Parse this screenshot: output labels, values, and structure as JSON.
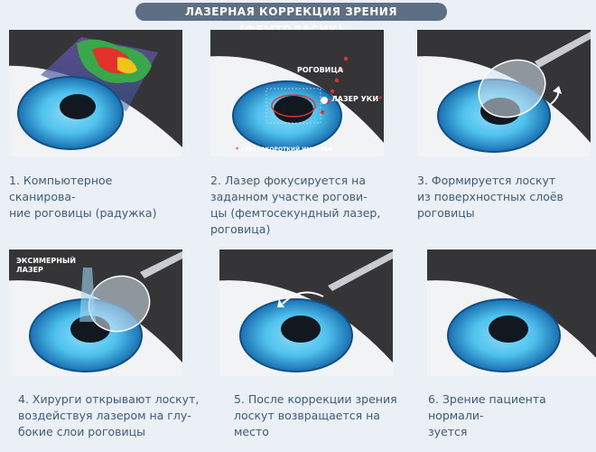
{
  "title": "ЛАЗЕРНАЯ КОРРЕКЦИЯ ЗРЕНИЯ (ФЕМТОЛАСИК)",
  "steps": [
    {
      "caption": "1. Компьютерное сканирова-\nние роговицы (радужка)"
    },
    {
      "caption": "2. Лазер фокусируется на\nзаданном участке рогови-\nцы (фемтосекундный лазер,\nроговица)",
      "labels": {
        "cornea": "РОГОВИЦА",
        "laser": "ЛАЗЕР УКИ",
        "laser_star": "*",
        "footnote_star": "*",
        "footnote": "УЛЬТРАКОРОТКИЙ ИМПУЛЬС"
      }
    },
    {
      "caption": "3. Формируется лоскут\nиз поверхностных слоёв\nроговицы"
    },
    {
      "caption": "4. Хирурги открывают лоскут,\nвоздействуя лазером на глу-\nбокие слои роговицы",
      "labels": {
        "excimer": "ЭКСИМЕРНЫЙ\nЛАЗЕР"
      }
    },
    {
      "caption": "5. После коррекции зрения\nлоскут возвращается на\nместо"
    },
    {
      "caption": "6. Зрение пациента нормали-\nзуется"
    }
  ],
  "colors": {
    "title_bg": "#5d6f82",
    "panel_bg": "#353538",
    "caption_text": "#3e5b78",
    "iris_outer": "#1a6fb0",
    "iris_inner": "#4fc2ee",
    "laser_red": "#e2322b"
  }
}
